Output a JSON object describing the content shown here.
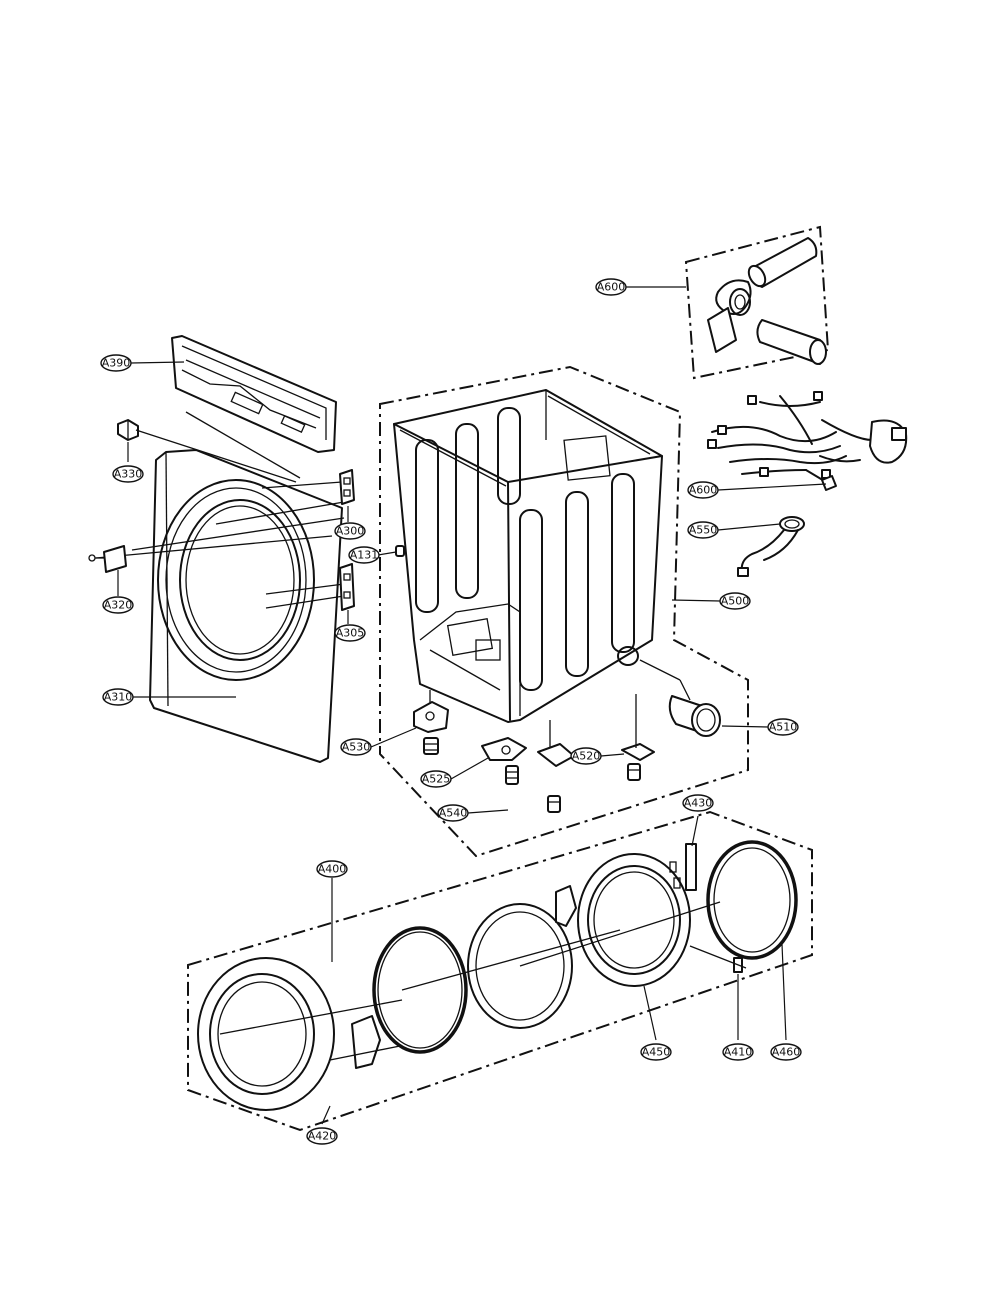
{
  "labels": {
    "a600": "A600",
    "a390": "A390",
    "a330": "A330",
    "a300": "A300",
    "a131": "A131",
    "a320": "A320",
    "a305": "A305",
    "a310": "A310",
    "a530": "A530",
    "a525": "A525",
    "a540": "A540",
    "a520": "A520",
    "a500": "A500",
    "a510": "A510",
    "a550": "A550",
    "a603": "A600",
    "a400": "A400",
    "a430": "A430",
    "a410": "A410",
    "a450": "A450",
    "a460": "A460",
    "a420": "A420"
  }
}
